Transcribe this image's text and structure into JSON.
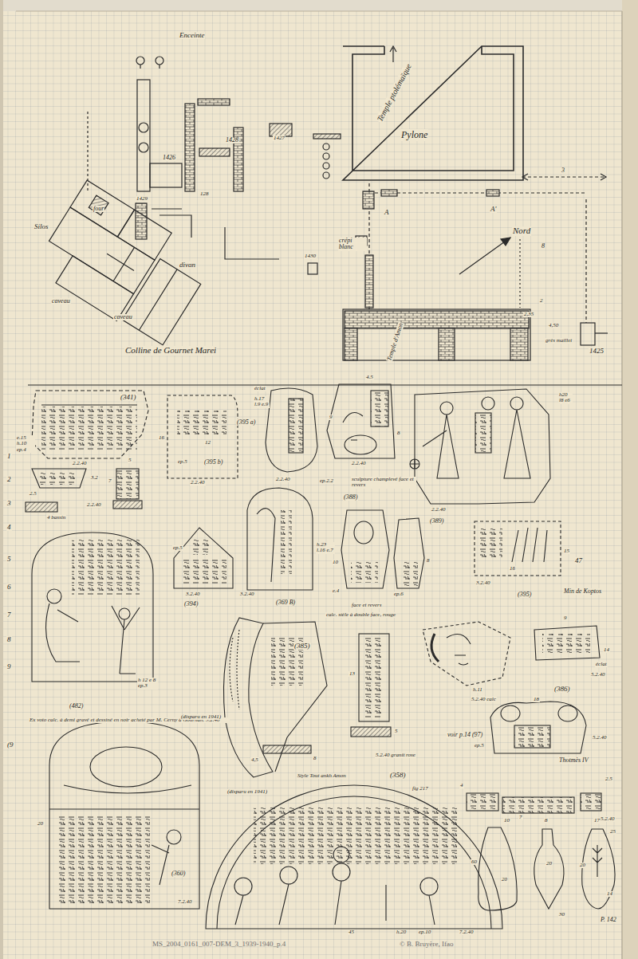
{
  "diagram": {
    "nodes": [
      {
        "text": [
          "Temple ptolémaïque",
          "Pylone"
        ]
      }
    ],
    "labels": [
      "Enceinte",
      "1428",
      "1427",
      "1426",
      "1429",
      "128",
      "Silos",
      "four",
      "caveau",
      "divan",
      "caveau",
      "Colline de Gournet Marei",
      "1430",
      "crépi blanc",
      "A",
      "A'",
      "Nord",
      "3",
      "8",
      "2",
      "2,35",
      "4,50",
      "Temple d'Amon",
      "grès maillet",
      "1425",
      "1",
      "2",
      "3",
      "4",
      "5",
      "6",
      "7",
      "8",
      "9",
      "(9",
      "(341)",
      "e.15 h.10 ep.4",
      "2.2.40",
      "3.2",
      "5",
      "7",
      "2.2.40",
      "2.5",
      "4 bassin",
      "16",
      "12",
      "ep.5",
      "(395 b)",
      "2.2.40",
      "éclat",
      "h.17 l.9 e.9",
      "(395 a)",
      "2.2.40",
      "4.5",
      "9",
      "8",
      "2.2.40",
      "ep.2.2",
      "sculpture champlevé face et revers",
      "(388)",
      "h20 l8 e6",
      "2.2.40",
      "(389)",
      "ep.5",
      "3.2.40",
      "(394)",
      "3.2.40",
      "(369 B)",
      "h.23 l.16 e.7",
      "10",
      "e.4",
      "ep.6",
      "8",
      "face et revers",
      "calc. stèle à double face, rouge",
      "15",
      "47",
      "16",
      "3.2.40",
      "(395)",
      "Min de Koptos",
      "h 12 e 8 ep.3",
      "(482)",
      "Ex voto calc. à demi gravé et dessiné en noir acheté par M. Cerny à Gournah. 3.2.40",
      "(385)",
      "13",
      "4,5",
      "8",
      "5",
      "5.2.40 granit rose",
      "h.11",
      "5.2.40 calc",
      "9",
      "14",
      "éclat",
      "5.2.40",
      "(386)",
      "18",
      "voir p.14 (97)",
      "ep.5",
      "5.2.40",
      "Thotmès IV",
      "(disparu en 1941)",
      "20",
      "(360)",
      "7.2.40",
      "Style Tout ankh Amon",
      "(358)",
      "fig 217",
      "(disparu en 1941)",
      "45",
      "h.20",
      "ep.10",
      "7.2.40",
      "4",
      "7",
      "2.5",
      "5.2.40",
      "10",
      "60",
      "20",
      "8",
      "20",
      "30",
      "17",
      "25",
      "20",
      "14",
      "P. 142",
      "MS_2004_0161_007-DEM_3_1939-1940_p.4",
      "© B. Bruyère, Ifao"
    ]
  }
}
